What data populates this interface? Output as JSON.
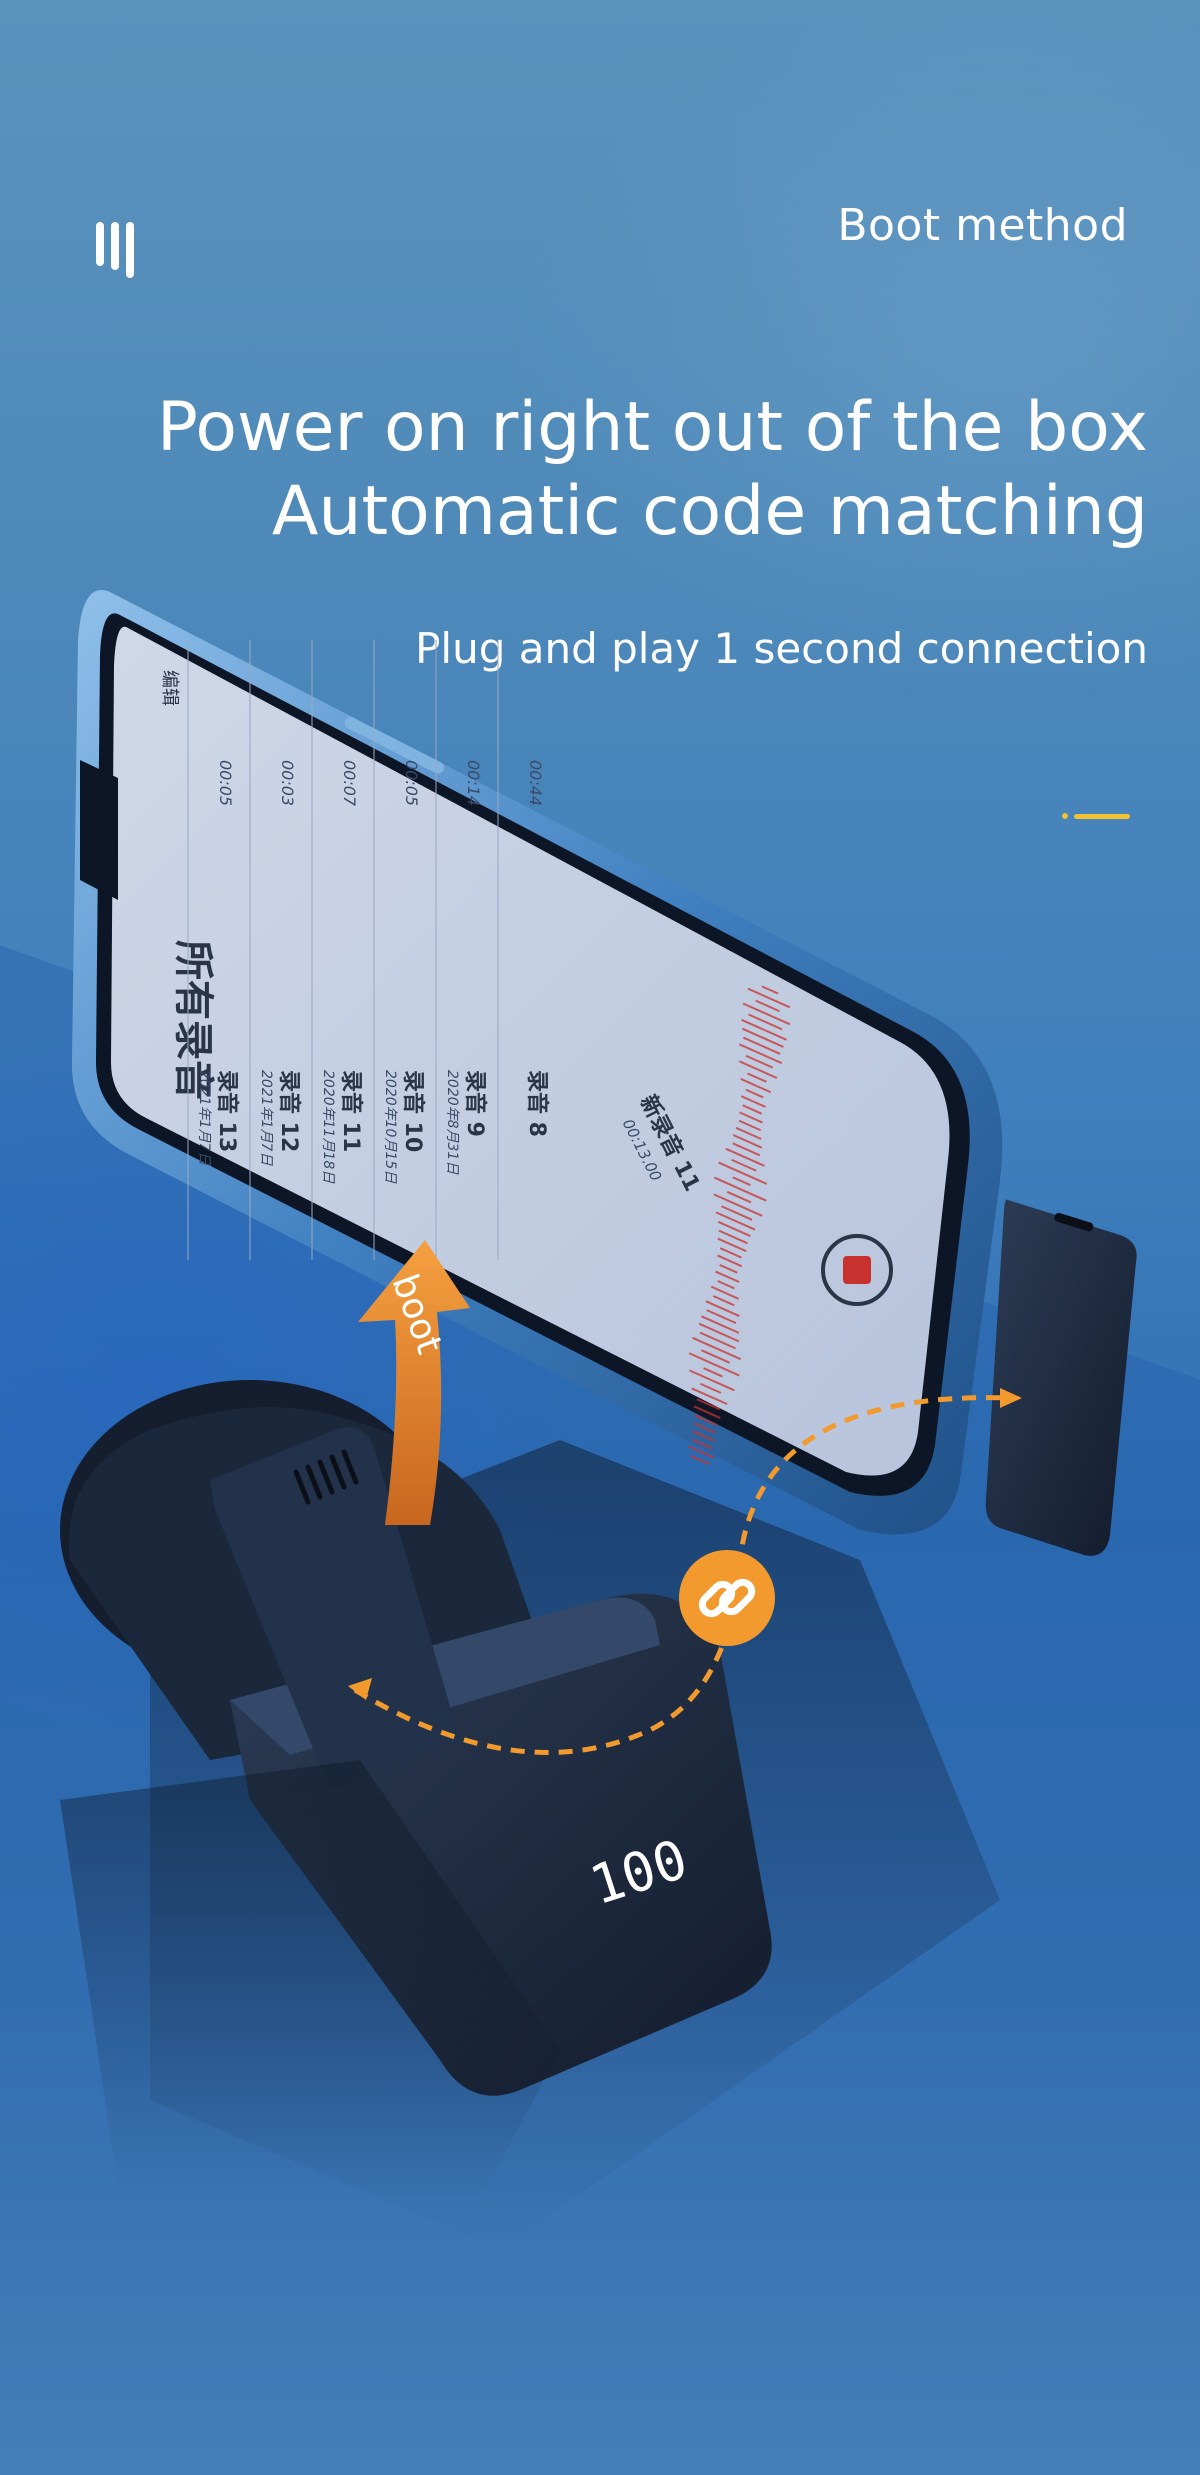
{
  "header": {
    "section_label": "Boot method",
    "headline_line1": "Power on right out of the box",
    "headline_line2": "Automatic code matching",
    "subline": "Plug and play 1 second connection"
  },
  "phone_screen": {
    "edit_label": "编辑",
    "title": "所有录音",
    "recordings": [
      {
        "name": "录音 13",
        "date": "2021年1月7日",
        "duration": "00:05"
      },
      {
        "name": "录音 12",
        "date": "2021年1月7日",
        "duration": "00:03"
      },
      {
        "name": "录音 11",
        "date": "2020年11月18日",
        "duration": "00:07"
      },
      {
        "name": "录音 10",
        "date": "2020年10月15日",
        "duration": "00:05"
      },
      {
        "name": "录音 9",
        "date": "2020年8月31日",
        "duration": "00:14"
      },
      {
        "name": "录音 8",
        "date": "",
        "duration": "00:44"
      }
    ],
    "new_recording_title": "新录音 11",
    "new_recording_time": "00:13.00"
  },
  "annotations": {
    "boot_label": "boot"
  },
  "charging_case": {
    "battery_display": "100"
  },
  "colors": {
    "accent_orange": "#f29a2e",
    "accent_yellow": "#f2c230",
    "record_red": "#c8322e"
  }
}
